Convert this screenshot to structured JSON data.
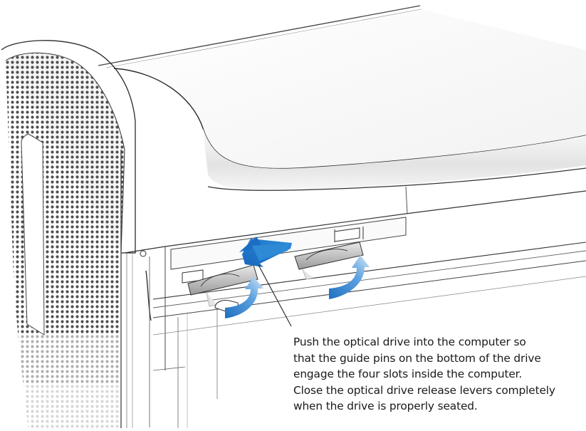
{
  "caption": {
    "lines": [
      "Push the optical drive into the computer so",
      "that the guide pins on the bottom of the drive",
      "engage the four slots inside the computer.",
      "Close the optical drive release levers completely",
      "when the drive is properly seated."
    ]
  },
  "colors": {
    "push_arrow": "#1f78c8",
    "rotate_arrow_light": "#cfe4f6",
    "rotate_arrow_dark": "#2478c8",
    "line": "#333333",
    "perforation": "#555555"
  },
  "icons": {
    "push_arrow": "push-direction-arrow-icon",
    "rotate_arrows": "rotate-lever-arrow-icon"
  }
}
